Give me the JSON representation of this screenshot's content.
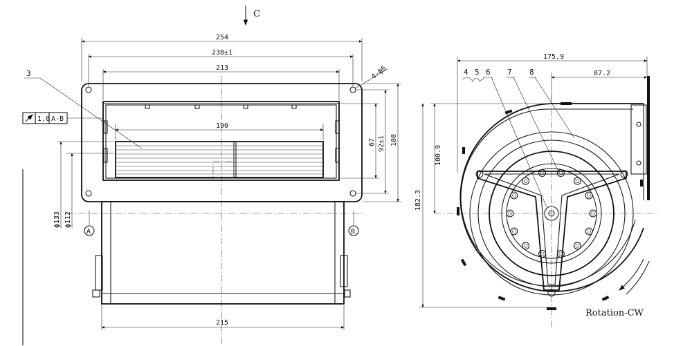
{
  "view_label": "C",
  "front_view": {
    "dim_overall_width": "254",
    "dim_flange_holes": "238±1",
    "dim_outlet_width": "213",
    "dim_wheel_width": "190",
    "dim_base_width": "215",
    "dim_outlet_height_67": "67",
    "dim_hole_spacing_92": "92±1",
    "dim_flange_height_108": "108",
    "dim_diam_133": "ϕ133",
    "dim_diam_112": "ϕ112",
    "hole_callout": "4-ϕ6",
    "balloon_3": "3",
    "datum_a": "A",
    "datum_b": "B",
    "runout_value": "1.0",
    "runout_datum": "A-B"
  },
  "side_view": {
    "dim_overall_width": "175.9",
    "dim_offset": "87.2",
    "dim_height_100_9": "100.9",
    "dim_height_182_3": "182.3",
    "balloon_4": "4",
    "balloon_5": "5",
    "balloon_6": "6",
    "balloon_7": "7",
    "balloon_8": "8",
    "rotation_label": "Rotation-CW"
  }
}
